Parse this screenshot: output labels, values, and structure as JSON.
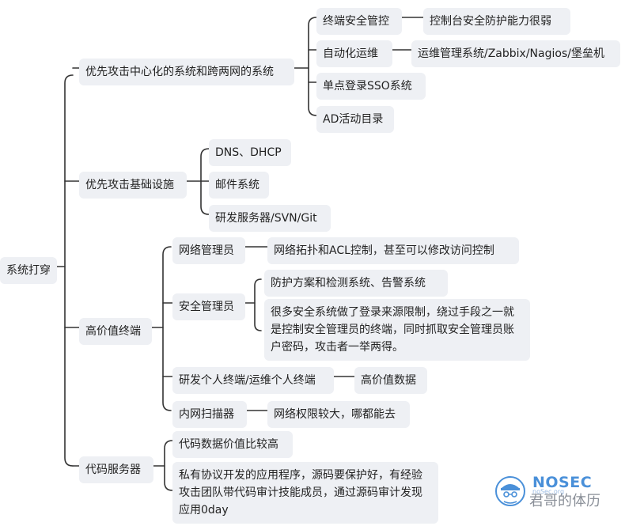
{
  "root": "系统打穿",
  "branches": [
    {
      "label": "优先攻击中心化的系统和跨两网的系统",
      "children": [
        {
          "label": "终端安全管控",
          "detail": "控制台安全防护能力很弱"
        },
        {
          "label": "自动化运维",
          "detail": "运维管理系统/Zabbix/Nagios/堡垒机"
        },
        {
          "label": "单点登录SSO系统"
        },
        {
          "label": "AD活动目录"
        }
      ]
    },
    {
      "label": "优先攻击基础设施",
      "children": [
        {
          "label": "DNS、DHCP"
        },
        {
          "label": "邮件系统"
        },
        {
          "label": "研发服务器/SVN/Git"
        }
      ]
    },
    {
      "label": "高价值终端",
      "children": [
        {
          "label": "网络管理员",
          "detail": "网络拓扑和ACL控制，甚至可以修改访问控制"
        },
        {
          "label": "安全管理员",
          "details": [
            "防护方案和检测系统、告警系统",
            "很多安全系统做了登录来源限制，绕过手段之一就是控制安全管理员的终端，同时抓取安全管理员账户密码，攻击者一举两得。"
          ]
        },
        {
          "label": "研发个人终端/运维个人终端",
          "detail": "高价值数据"
        },
        {
          "label": "内网扫描器",
          "detail": "网络权限较大，哪都能去"
        }
      ]
    },
    {
      "label": "代码服务器",
      "children": [
        {
          "label": "代码数据价值比较高"
        },
        {
          "label": "私有协议开发的应用程序，源码要保护好，有经验攻击团队带代码审计技能成员，通过源码审计发现应用0day"
        }
      ]
    }
  ],
  "watermark": {
    "brand": "NOSEC",
    "sub": "noSec.org",
    "text": "君哥的体历"
  },
  "colors": {
    "line": "#333333",
    "node_bg": "#eef0f4",
    "brand": "#4a90d9"
  }
}
